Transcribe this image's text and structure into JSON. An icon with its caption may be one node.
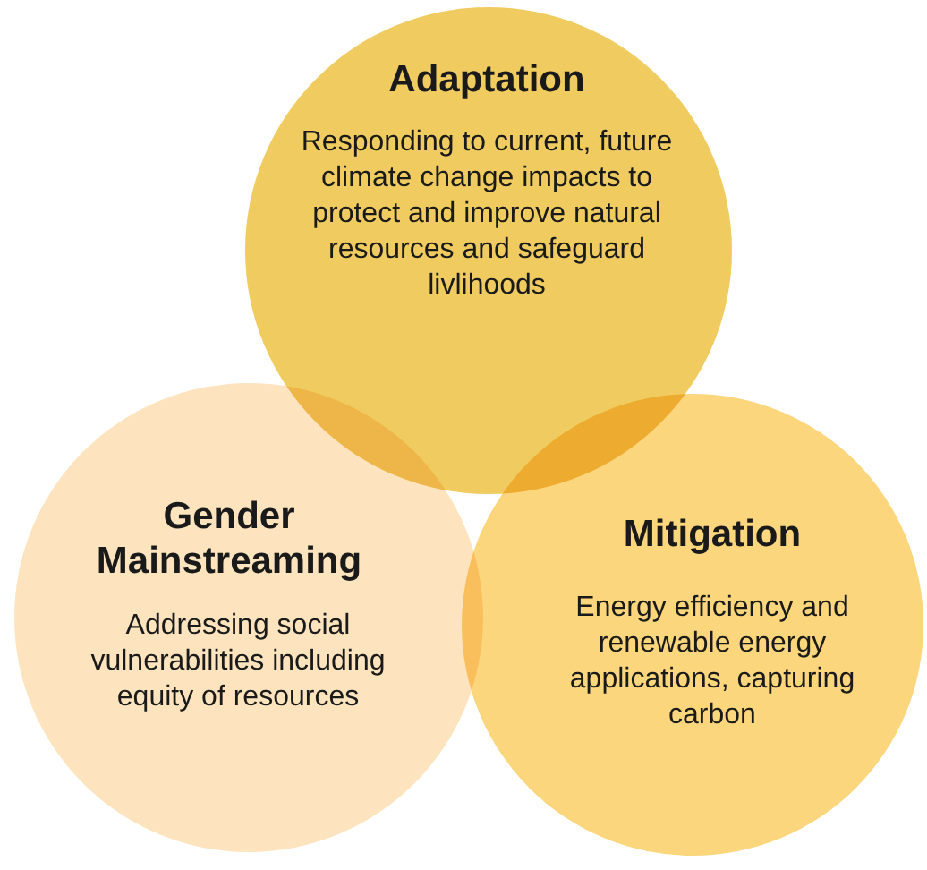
{
  "diagram": {
    "nodes": [
      {
        "text": [
          "Adaptation",
          "Responding to current, future climate change impacts to protect and improve natural resources and safeguard livlihoods"
        ]
      },
      {
        "text": [
          "Gender Mainstreaming",
          "Addressing social vulnerabilities including equity of resources"
        ]
      },
      {
        "text": [
          "Mitigation",
          "Energy efficiency and renewable energy applications, capturing carbon"
        ]
      }
    ]
  }
}
